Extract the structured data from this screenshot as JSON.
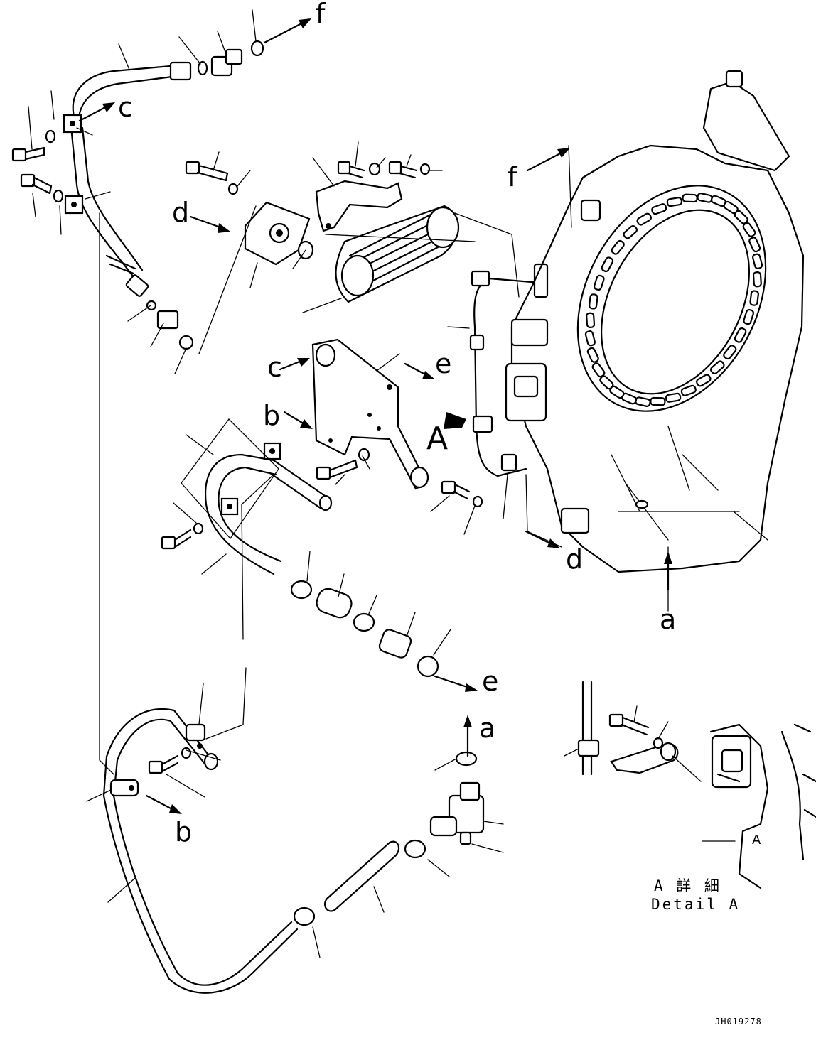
{
  "callouts": {
    "a_top": "a",
    "a_bottom": "a",
    "b_left": "b",
    "b_bottom": "b",
    "c_top": "c",
    "c_mid": "c",
    "d_left": "d",
    "d_right": "d",
    "e_mid": "e",
    "e_right": "e",
    "f_top": "f",
    "f_right": "f",
    "view_a": "A"
  },
  "detail": {
    "title_jp": "A 詳 細",
    "title_en": "Detail A",
    "marker": "A"
  },
  "drawing_code": "JH019278"
}
